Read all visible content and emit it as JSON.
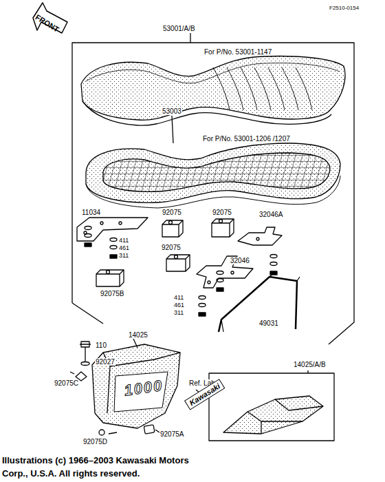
{
  "diagram": {
    "caption": "Illustrations (c) 1966–2003 Kawasaki Motors Corp., U.S.A. All rights reserved.",
    "labels": [
      "FRONT",
      "F2510-0154",
      "53001/A/B",
      "For P/No. 53001-1147",
      "53003",
      "For P/No. 53001-1206 /1207",
      "11034",
      "92075",
      "92075",
      "32046A",
      "411",
      "461",
      "311",
      "92075",
      "32046",
      "92075B",
      "411",
      "461",
      "311",
      "49031",
      "14025",
      "110",
      "92027",
      "92075C",
      "1000",
      "Ref. Label",
      "14025/A/B",
      "Kawasaki",
      "92075D",
      "92075A"
    ]
  }
}
